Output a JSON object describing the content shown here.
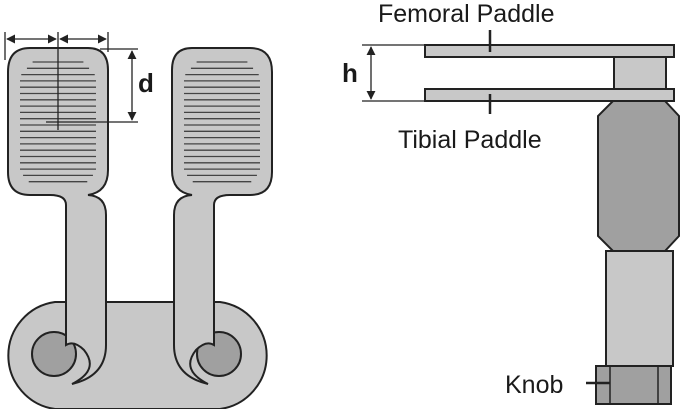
{
  "labels": {
    "femoral": "Femoral Paddle",
    "tibial": "Tibial Paddle",
    "knob": "Knob",
    "d": "d",
    "h": "h"
  },
  "colors": {
    "paddle_fill": "#c8c8c8",
    "body_fill": "#a0a0a0",
    "outline": "#222222",
    "hatch": "#444444"
  }
}
